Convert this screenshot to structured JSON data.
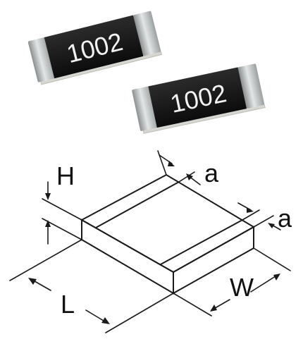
{
  "photo": {
    "chips": [
      {
        "marking": "1002"
      },
      {
        "marking": "1002"
      }
    ]
  },
  "diagram": {
    "labels": {
      "height": "H",
      "length": "L",
      "width": "W",
      "termination_top": "a",
      "termination_side": "a"
    }
  }
}
